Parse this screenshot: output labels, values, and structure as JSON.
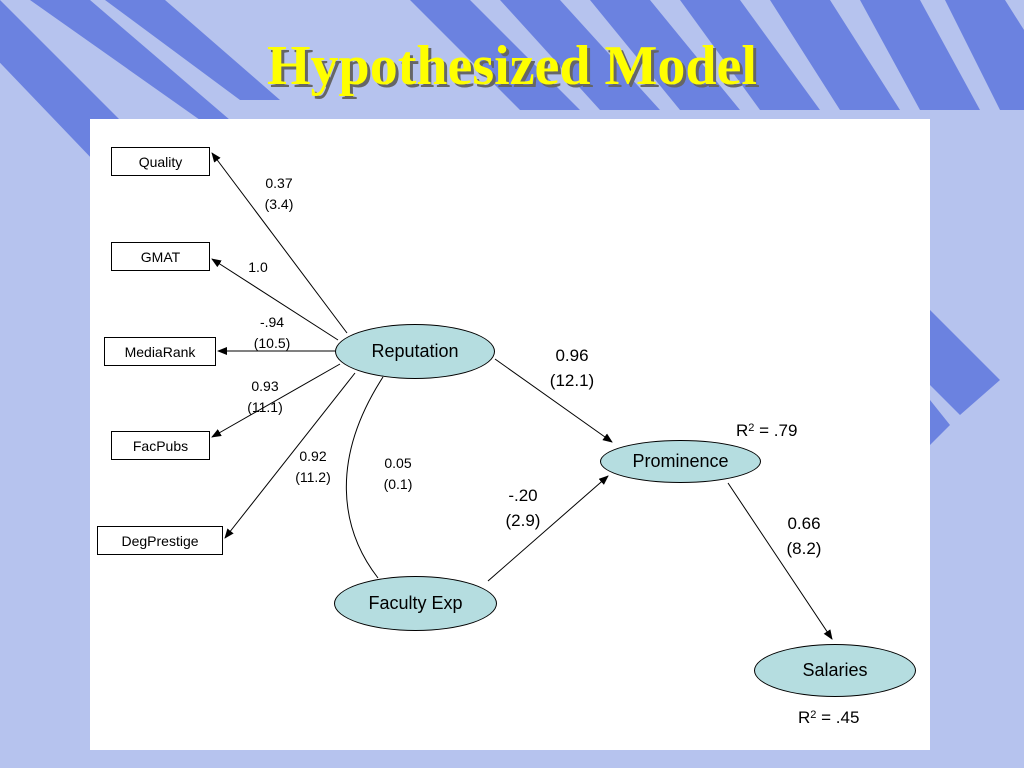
{
  "title": "Hypothesized Model",
  "colors": {
    "background": "#b6c3ee",
    "stripe": "#6b82e0",
    "title": "#ffff00",
    "oval_fill": "#b5dde0"
  },
  "diagram": {
    "indicators": {
      "quality": "Quality",
      "gmat": "GMAT",
      "mediarank": "MediaRank",
      "facpubs": "FacPubs",
      "degprestige": "DegPrestige"
    },
    "constructs": {
      "reputation": "Reputation",
      "prominence": "Prominence",
      "faculty_exp": "Faculty Exp",
      "salaries": "Salaries"
    },
    "paths": {
      "rep_quality": {
        "coef": "0.37",
        "t": "(3.4)"
      },
      "rep_gmat": {
        "coef": "1.0"
      },
      "rep_mediarank": {
        "coef": "-.94",
        "t": "(10.5)"
      },
      "rep_facpubs": {
        "coef": "0.93",
        "t": "(11.1)"
      },
      "rep_degprestige": {
        "coef": "0.92",
        "t": "(11.2)"
      },
      "rep_facexp": {
        "coef": "0.05",
        "t": "(0.1)"
      },
      "rep_prominence": {
        "coef": "0.96",
        "t": "(12.1)"
      },
      "facexp_prominence": {
        "coef": "-.20",
        "t": "(2.9)"
      },
      "prominence_salaries": {
        "coef": "0.66",
        "t": "(8.2)"
      }
    },
    "r_squared": {
      "prominence": {
        "prefix": "R",
        "sup": "2",
        "value": " = .79"
      },
      "salaries": {
        "prefix": "R",
        "sup": "2",
        "value": " = .45"
      }
    }
  }
}
